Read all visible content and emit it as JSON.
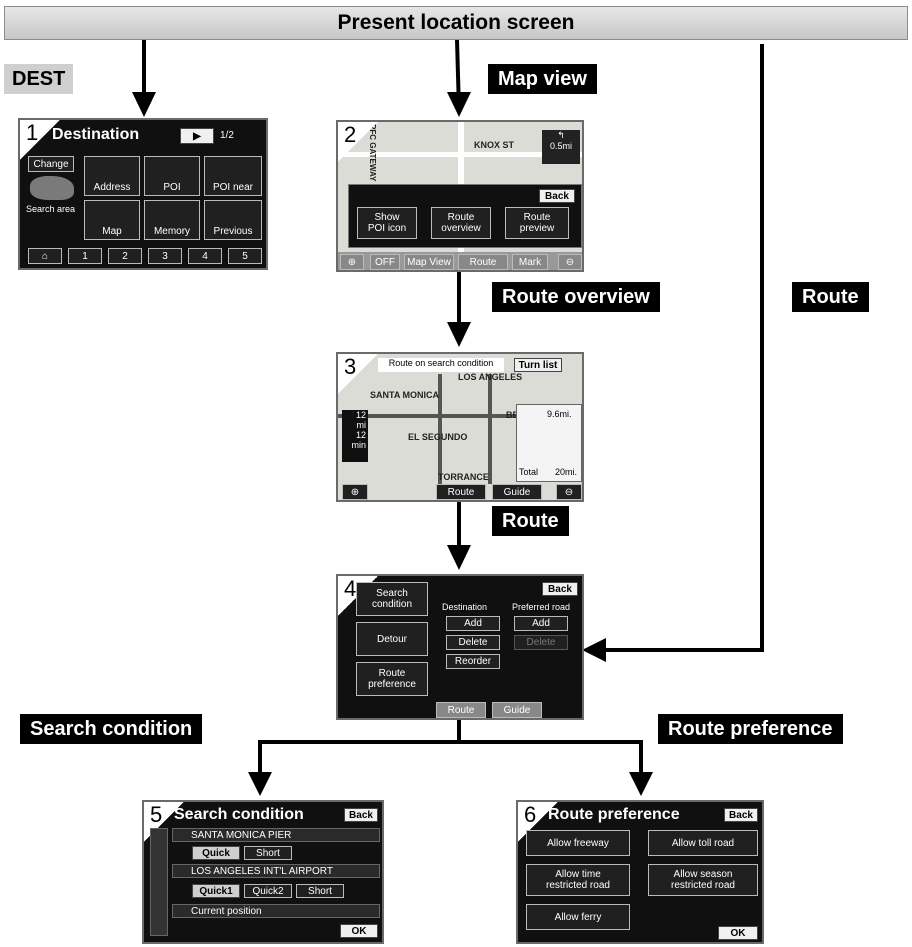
{
  "header": {
    "title": "Present location screen"
  },
  "labels": {
    "dest": "DEST",
    "map_view": "Map view",
    "route_overview": "Route overview",
    "route_right": "Route",
    "route_mid": "Route",
    "search_condition": "Search condition",
    "route_preference": "Route preference"
  },
  "screen1": {
    "num": "1",
    "title": "Destination",
    "page": "1/2",
    "change": "Change",
    "search_area": "Search area",
    "buttons": [
      "Address",
      "POI",
      "POI near",
      "Map",
      "Memory",
      "Previous"
    ],
    "bottom": [
      "1",
      "2",
      "3",
      "4",
      "5"
    ]
  },
  "screen2": {
    "num": "2",
    "back": "Back",
    "street": "KNOX ST",
    "street_side": "PFC GATEWAY",
    "dist": "0.5mi",
    "opt1a": "Show",
    "opt1b": "POI icon",
    "opt2a": "Route",
    "opt2b": "overview",
    "opt3a": "Route",
    "opt3b": "preview",
    "bottom": [
      "OFF",
      "Map View",
      "Route",
      "Mark"
    ]
  },
  "screen3": {
    "num": "3",
    "title": "Route on search condition",
    "turn_list": "Turn list",
    "cities": [
      "SANTA MONICA",
      "EL SEGUNDO",
      "TORRANCE",
      "BE",
      "LOS ANGELES"
    ],
    "dist1": "9.6mi.",
    "total": "Total",
    "total_val": "20mi.",
    "side1": "12",
    "side2": "mi",
    "side3": "12",
    "side4": "min",
    "route": "Route",
    "guide": "Guide"
  },
  "screen4": {
    "num": "4",
    "back": "Back",
    "search1": "Search",
    "search2": "condition",
    "detour": "Detour",
    "rp1": "Route",
    "rp2": "preference",
    "dest_hdr": "Destination",
    "pref_hdr": "Preferred road",
    "add": "Add",
    "delete": "Delete",
    "reorder": "Reorder",
    "add2": "Add",
    "delete2": "Delete",
    "route": "Route",
    "guide": "Guide"
  },
  "screen5": {
    "num": "5",
    "title": "Search condition",
    "back": "Back",
    "row1": "SANTA MONICA PIER",
    "quick": "Quick",
    "short": "Short",
    "row2": "LOS ANGELES INT'L AIRPORT",
    "quick1": "Quick1",
    "quick2": "Quick2",
    "short2": "Short",
    "row3": "Current position",
    "ok": "OK"
  },
  "screen6": {
    "num": "6",
    "title": "Route preference",
    "back": "Back",
    "freeway": "Allow freeway",
    "toll": "Allow toll road",
    "time1": "Allow time",
    "time2": "restricted road",
    "season1": "Allow season",
    "season2": "restricted road",
    "ferry": "Allow ferry",
    "ok": "OK"
  }
}
